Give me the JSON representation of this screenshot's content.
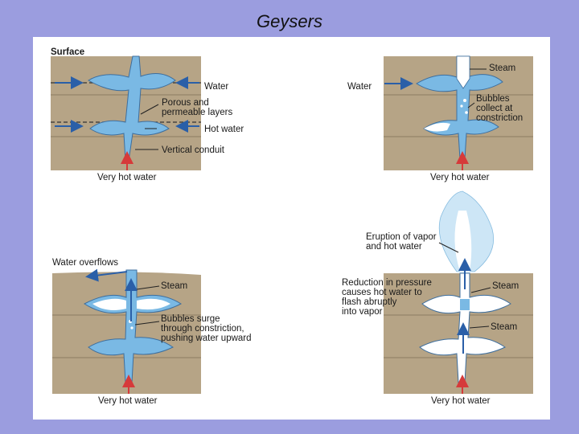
{
  "title": "Geysers",
  "colors": {
    "background": "#9b9ddf",
    "rock": "#b6a486",
    "water": "#7ab9e4",
    "steam": "#ffffff",
    "heat_arrow": "#d63a3a",
    "flow_arrow": "#2a5fa8"
  },
  "panels": {
    "p1": {
      "surface": "Surface",
      "water": "Water",
      "porous_1": "Porous and",
      "porous_2": "permeable layers",
      "hot_water": "Hot water",
      "conduit": "Vertical conduit",
      "very_hot": "Very hot water"
    },
    "p2": {
      "water": "Water",
      "steam": "Steam",
      "bubbles_1": "Bubbles",
      "bubbles_2": "collect at",
      "bubbles_3": "constriction",
      "very_hot": "Very hot water"
    },
    "p3": {
      "overflow": "Water overflows",
      "steam": "Steam",
      "surge_1": "Bubbles surge",
      "surge_2": "through constriction,",
      "surge_3": "pushing water upward",
      "very_hot": "Very hot water"
    },
    "p4": {
      "eruption_1": "Eruption of vapor",
      "eruption_2": "and hot water",
      "reduction_1": "Reduction in pressure",
      "reduction_2": "causes hot water to",
      "reduction_3": "flash abruptly",
      "reduction_4": "into vapor",
      "steam_top": "Steam",
      "steam_mid": "Steam",
      "very_hot": "Very hot water"
    }
  }
}
